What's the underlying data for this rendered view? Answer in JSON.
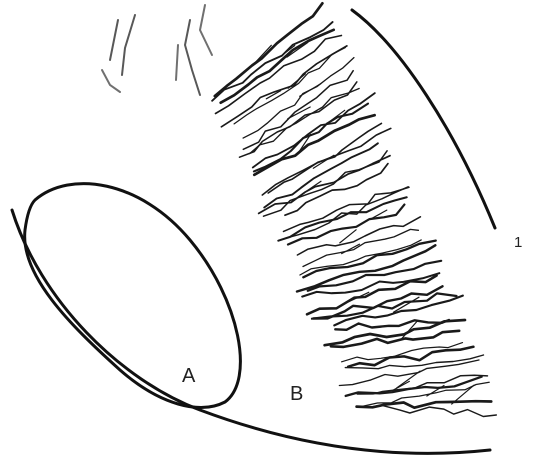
{
  "labels": {
    "region_a": "A",
    "region_b": "B",
    "marker": "1"
  }
}
